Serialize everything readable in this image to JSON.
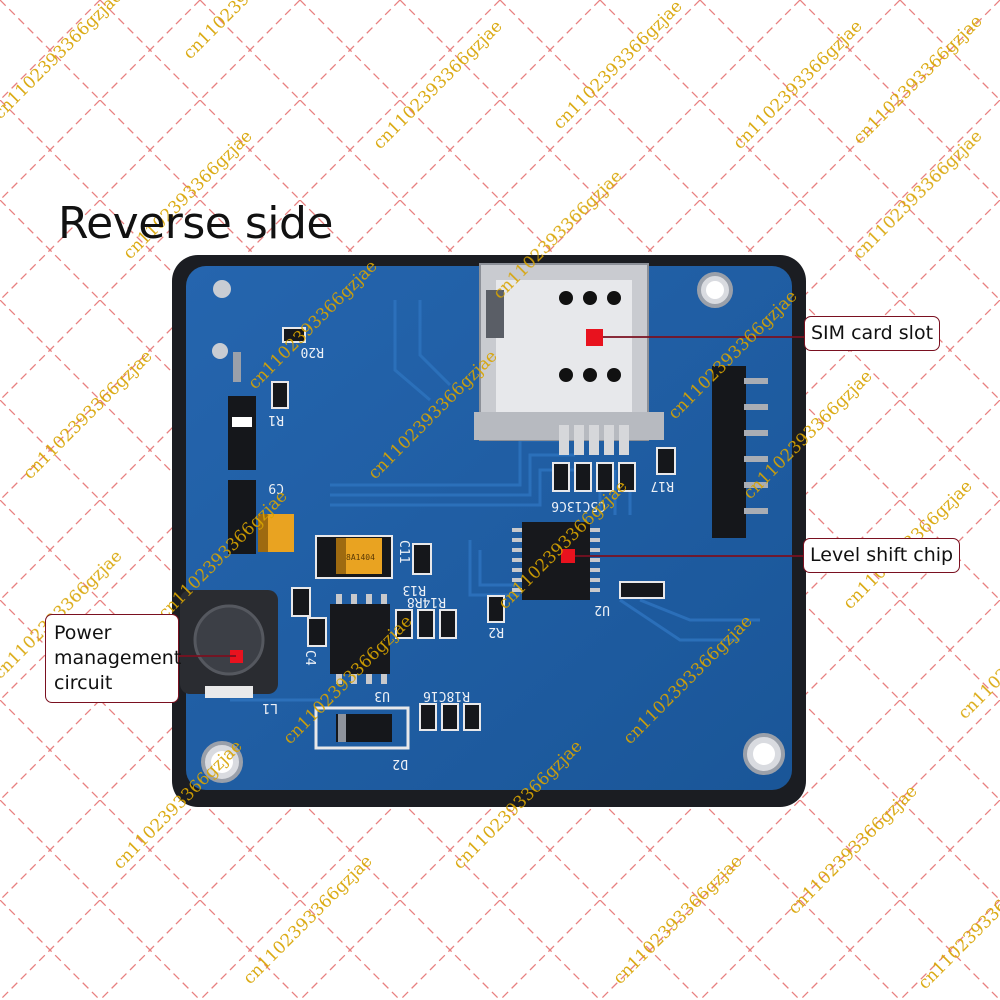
{
  "title": "Reverse side",
  "callouts": {
    "sim": "SIM card slot",
    "level": "Level shift chip",
    "power": [
      "Power",
      "management",
      "circuit"
    ]
  },
  "watermark": "cn1102393366gzjae",
  "silkscreen": {
    "r1": "R1",
    "r17": "R17",
    "r2": "R2",
    "r13": "R13",
    "r14r8": "R14R8",
    "r18c16": "R18C16",
    "u2": "U2",
    "u3": "U3",
    "d2": "D2",
    "l1": "L1",
    "c9": "C9",
    "c11": "C11",
    "c5c13c6": "C5C13C6",
    "r20": "R20",
    "c4": "C4",
    "tantalum": "8A1404"
  },
  "colors": {
    "pcb": "#1f5fa8",
    "pcb_dark": "#184f8f",
    "frame": "#1b1d22",
    "accent": "#7a1020",
    "marker": "#e8121e",
    "watermark": "#d8a400",
    "diagonal": "#e47878",
    "component": "#0f0f12",
    "tantalum": "#e9a321"
  }
}
